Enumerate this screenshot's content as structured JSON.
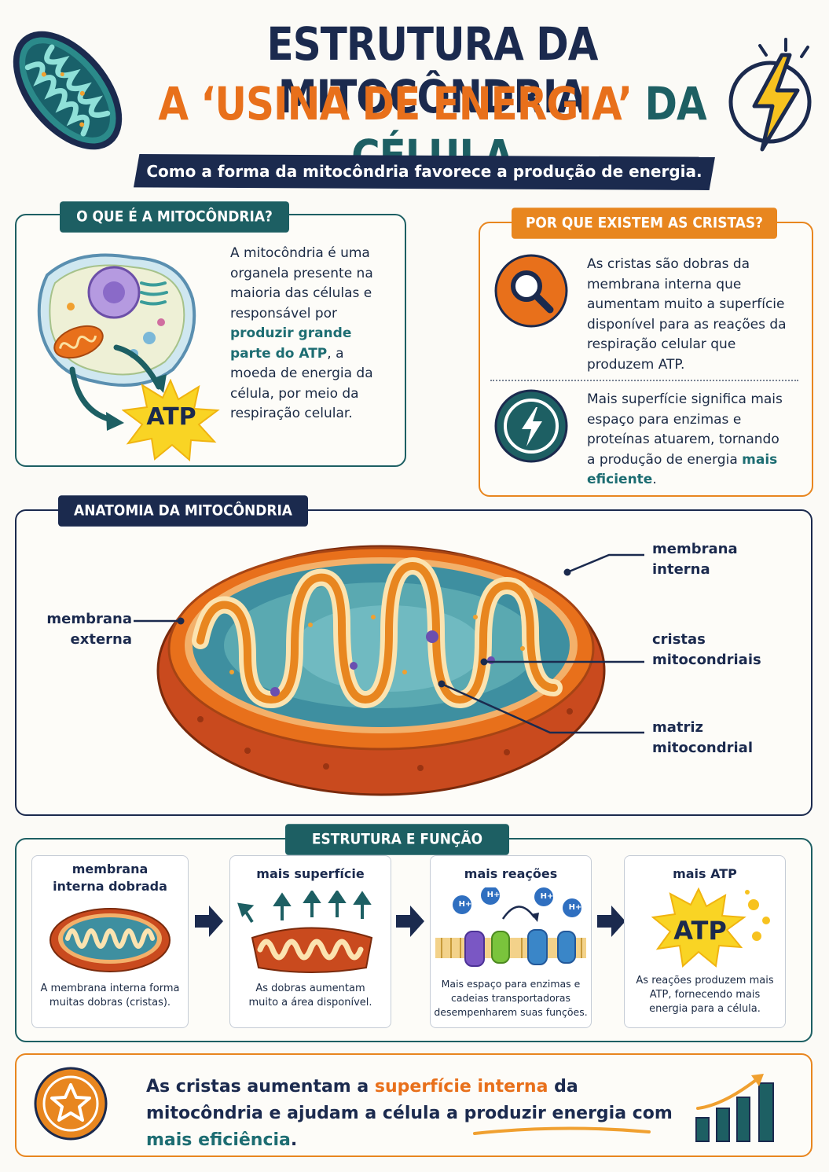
{
  "header": {
    "title_line1": "ESTRUTURA DA MITOCÔNDRIA",
    "title_line2_a": "A ‘USINA DE ENERGIA’",
    "title_line2_b": " DA CÉLULA",
    "subtitle": "Como a forma da mitocôndria favorece a produção de energia."
  },
  "what_is": {
    "tag": "O QUE É A MITOCÔNDRIA?",
    "text_a": "A mitocôndria é uma organela presente na maioria das células e responsável por ",
    "text_highlight": "produzir grande parte do ATP",
    "text_b": ", a moeda de energia da célula, por meio da respiração celular.",
    "atp_label": "ATP"
  },
  "why_cristae": {
    "tag": "POR QUE EXISTEM AS CRISTAS?",
    "text1": "As cristas são dobras da membrana interna que aumentam muito a superfície disponível para as reações da respiração celular que produzem ATP.",
    "text2_a": "Mais superfície significa mais espaço para enzimas e proteínas atuarem, tornando a produção de energia ",
    "text2_highlight": "mais eficiente",
    "text2_b": "."
  },
  "anatomy": {
    "tag": "ANATOMIA DA MITOCÔNDRIA",
    "labels": {
      "outer_membrane": "membrana externa",
      "inner_membrane": "membrana interna",
      "cristae": "cristas mitocondriais",
      "matrix": "matriz mitocondrial"
    }
  },
  "structure_function": {
    "tag": "ESTRUTURA E FUNÇÃO",
    "cards": [
      {
        "title": "membrana interna dobrada",
        "desc": "A membrana interna forma muitas dobras (cristas)."
      },
      {
        "title": "mais superfície",
        "desc": "As dobras aumentam muito a área disponível."
      },
      {
        "title": "mais reações",
        "desc": "Mais espaço para enzimas e cadeias transportadoras desempenharem suas funções.",
        "ion_label": "H+"
      },
      {
        "title": "mais ATP",
        "desc": "As reações produzem mais ATP, fornecendo mais energia para a célula.",
        "atp_label": "ATP"
      }
    ]
  },
  "summary": {
    "text_a": "As cristas aumentam a ",
    "text_highlight1": "superfície interna",
    "text_b": " da mitocôndria e ajudam a célula a produzir energia com ",
    "text_highlight2": "mais eficiência",
    "text_c": "."
  },
  "colors": {
    "navy": "#1b2a4e",
    "teal": "#1d5f63",
    "orange": "#e8861f",
    "accent_orange": "#e8701b"
  }
}
